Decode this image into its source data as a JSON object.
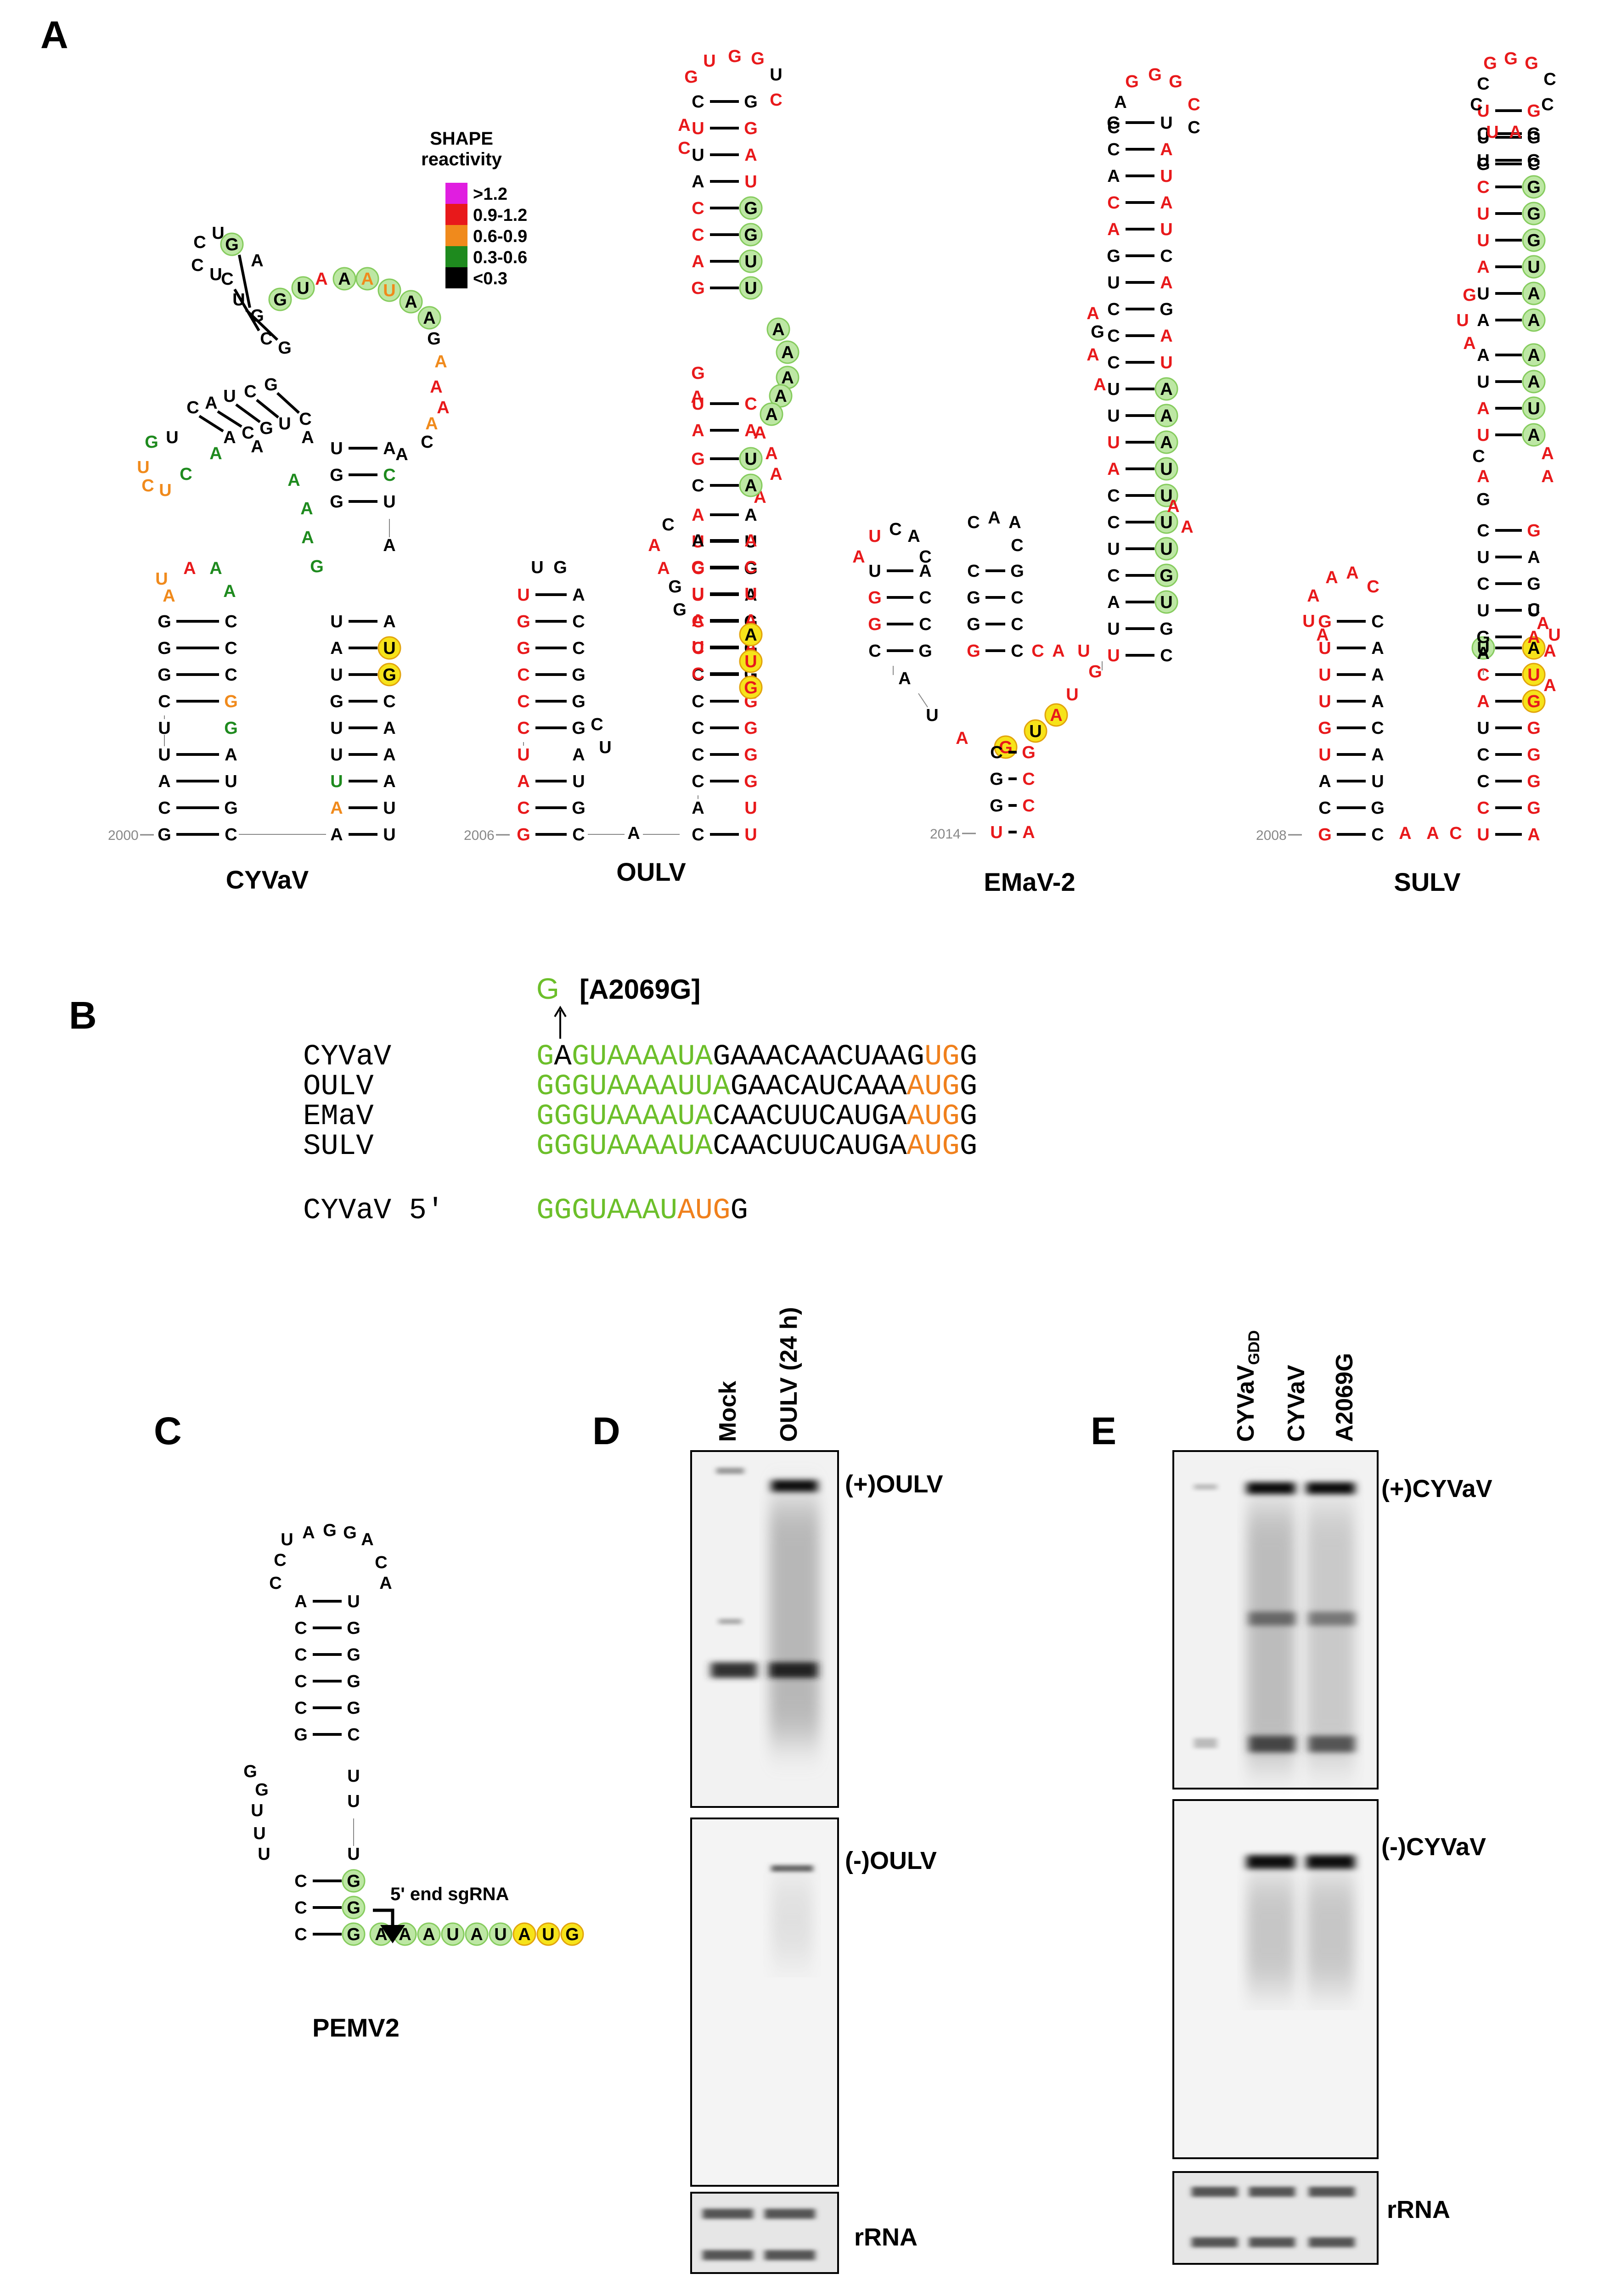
{
  "colors": {
    "black": "#000000",
    "red": "#e8191b",
    "orange": "#f08a1c",
    "green_text": "#1e8a1e",
    "magenta": "#e01ee0",
    "green_fill": "#bde7a4",
    "green_stroke": "#86cc5e",
    "yellow_fill": "#f6e31a",
    "yellow_stroke": "#e2a40c",
    "lime_seq": "#6cbf2a",
    "orange_seq": "#f0801c"
  },
  "panels": {
    "a": "A",
    "b": "B",
    "c": "C",
    "d": "D",
    "e": "E"
  },
  "legend": {
    "title_line1": "SHAPE",
    "title_line2": "reactivity",
    "items": [
      {
        "label": ">1.2",
        "color": "#e01ee0"
      },
      {
        "label": "0.9-1.2",
        "color": "#e8191b"
      },
      {
        "label": "0.6-0.9",
        "color": "#f08a1c"
      },
      {
        "label": "0.3-0.6",
        "color": "#1e8a1e"
      },
      {
        "label": "<0.3",
        "color": "#000000"
      }
    ]
  },
  "structures": {
    "cyvav": {
      "name": "CYVaV",
      "position": "2000"
    },
    "oulv": {
      "name": "OULV",
      "position": "2006"
    },
    "emav": {
      "name": "EMaV-2",
      "position": "2014"
    },
    "sulv": {
      "name": "SULV",
      "position": "2008"
    },
    "pemv": {
      "name": "PEMV2",
      "annotation": "5' end sgRNA"
    }
  },
  "alignment": {
    "mutation_base": "G",
    "mutation_label": "[A2069G]",
    "rows": [
      {
        "name": "CYVaV",
        "segments": [
          {
            "text": "G",
            "color": "lime"
          },
          {
            "text": "A",
            "color": "black"
          },
          {
            "text": "GUAAAAUA",
            "color": "lime"
          },
          {
            "text": "GAAACAACUAAG",
            "color": "black"
          },
          {
            "text": "UG",
            "color": "orange"
          },
          {
            "text": "G",
            "color": "black"
          }
        ]
      },
      {
        "name": "OULV",
        "segments": [
          {
            "text": "GGGUAAAAUUA",
            "color": "lime"
          },
          {
            "text": "GAACAUCAAA",
            "color": "black"
          },
          {
            "text": "AUG",
            "color": "orange"
          },
          {
            "text": "G",
            "color": "black"
          }
        ]
      },
      {
        "name": "EMaV",
        "segments": [
          {
            "text": "GGGUAAAAUA",
            "color": "lime"
          },
          {
            "text": "CAACUUCAUGA",
            "color": "black"
          },
          {
            "text": "AUG",
            "color": "orange"
          },
          {
            "text": "G",
            "color": "black"
          }
        ]
      },
      {
        "name": "SULV",
        "segments": [
          {
            "text": "GGGUAAAAUA",
            "color": "lime"
          },
          {
            "text": "CAACUUCAUGA",
            "color": "black"
          },
          {
            "text": "AUG",
            "color": "orange"
          },
          {
            "text": "G",
            "color": "black"
          }
        ]
      }
    ],
    "five_prime": {
      "name": "CYVaV 5′",
      "segments": [
        {
          "text": "GGGUAAAU",
          "color": "lime"
        },
        {
          "text": "AUG",
          "color": "orange"
        },
        {
          "text": "G",
          "color": "black"
        }
      ]
    }
  },
  "blot_d": {
    "lanes": [
      "Mock",
      "OULV (24 h)"
    ],
    "top_label": "(+)OULV",
    "bottom_label": "(-)OULV",
    "loading_label": "rRNA"
  },
  "blot_e": {
    "lanes": [
      {
        "main": "CYVaV",
        "sub": "GDD"
      },
      {
        "main": "CYVaV",
        "sub": ""
      },
      {
        "main": "A2069G",
        "sub": ""
      }
    ],
    "top_label": "(+)CYVaV",
    "bottom_label": "(-)CYVaV",
    "loading_label": "rRNA"
  }
}
